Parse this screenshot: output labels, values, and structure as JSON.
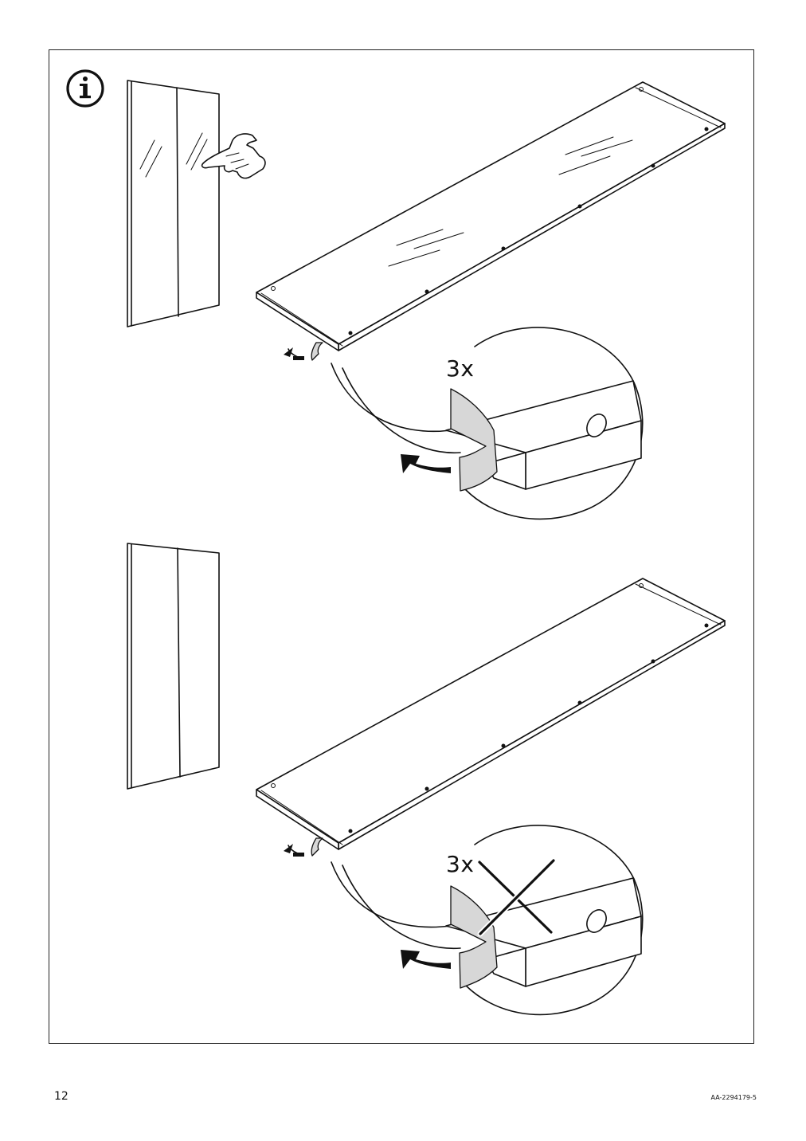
{
  "page": {
    "number": "12",
    "doc_code": "AA-2294179-5"
  },
  "panel_top": {
    "multiplier": "3x",
    "info_icon": "info-icon",
    "hand_icon": "pointing-hand-icon",
    "status": "correct"
  },
  "panel_bottom": {
    "multiplier": "3x",
    "cross_icon": "cross-icon",
    "status": "incorrect"
  },
  "colors": {
    "line": "#111111",
    "tape": "#d7d7d7",
    "background": "#ffffff"
  }
}
